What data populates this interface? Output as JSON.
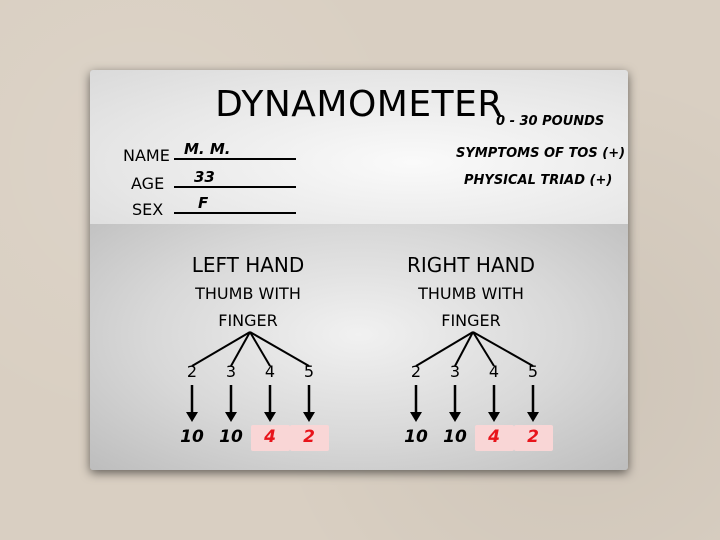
{
  "title": "DYNAMOMETER",
  "range": "0 - 30 POUNDS",
  "fields": {
    "name_label": "NAME",
    "name_value": "M. M.",
    "age_label": "AGE",
    "age_value": "33",
    "sex_label": "SEX",
    "sex_value": "F"
  },
  "notes": [
    "SYMPTOMS OF TOS (+)",
    "PHYSICAL TRIAD (+)"
  ],
  "hands": [
    {
      "title": "LEFT HAND",
      "line1": "THUMB WITH",
      "line2": "FINGER",
      "fingers": [
        "2",
        "3",
        "4",
        "5"
      ],
      "values": [
        "10",
        "10",
        "4",
        "2"
      ],
      "highlighted": [
        false,
        false,
        true,
        true
      ]
    },
    {
      "title": "RIGHT HAND",
      "line1": "THUMB WITH",
      "line2": "FINGER",
      "fingers": [
        "2",
        "3",
        "4",
        "5"
      ],
      "values": [
        "10",
        "10",
        "4",
        "2"
      ],
      "highlighted": [
        false,
        false,
        true,
        true
      ]
    }
  ],
  "colors": {
    "normal": "#000000",
    "abnormal": "#e8141b",
    "highlight": "#f9d6d6"
  }
}
